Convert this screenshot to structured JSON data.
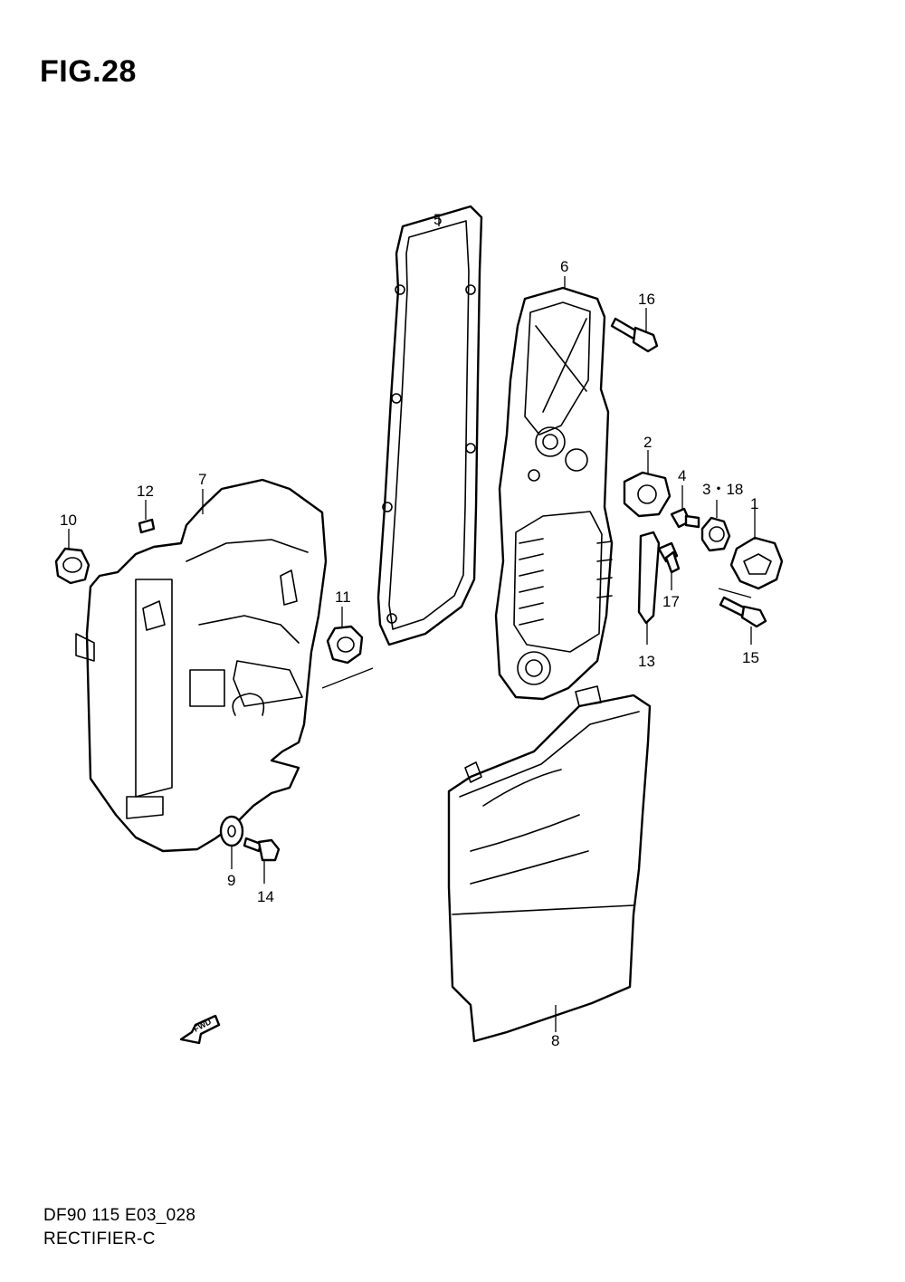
{
  "figure_title": "FIG.28",
  "footer": {
    "model_code": "DF90 115 E03_028",
    "section_name": "RECTIFIER-C"
  },
  "fwd_label": "FWD",
  "callouts": {
    "p1": "1",
    "p2": "2",
    "p3_18": "3・18",
    "p4": "4",
    "p5": "5",
    "p6": "6",
    "p7": "7",
    "p8": "8",
    "p9": "9",
    "p10": "10",
    "p11": "11",
    "p12": "12",
    "p13": "13",
    "p14": "14",
    "p15": "15",
    "p16": "16",
    "p17": "17"
  }
}
